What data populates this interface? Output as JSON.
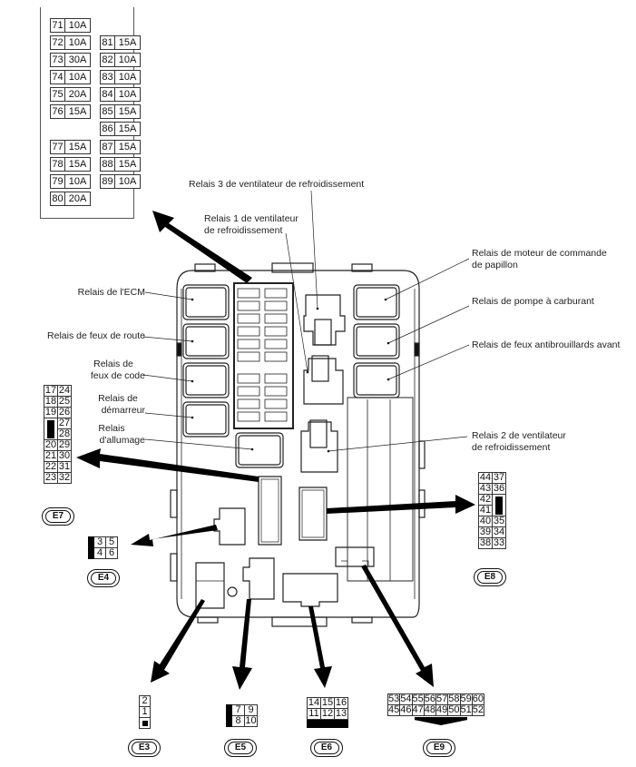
{
  "fuse_legend": {
    "left_column": [
      {
        "number": "71",
        "rating": "10A"
      },
      {
        "number": "72",
        "rating": "10A"
      },
      {
        "number": "73",
        "rating": "30A"
      },
      {
        "number": "74",
        "rating": "10A"
      },
      {
        "number": "75",
        "rating": "20A"
      },
      {
        "number": "76",
        "rating": "15A"
      },
      {
        "number": "77",
        "rating": "15A"
      },
      {
        "number": "78",
        "rating": "15A"
      },
      {
        "number": "79",
        "rating": "10A"
      },
      {
        "number": "80",
        "rating": "20A"
      }
    ],
    "right_column": [
      {
        "number": "81",
        "rating": "15A"
      },
      {
        "number": "82",
        "rating": "10A"
      },
      {
        "number": "83",
        "rating": "10A"
      },
      {
        "number": "84",
        "rating": "10A"
      },
      {
        "number": "85",
        "rating": "15A"
      },
      {
        "number": "86",
        "rating": "15A"
      },
      {
        "number": "87",
        "rating": "15A"
      },
      {
        "number": "88",
        "rating": "15A"
      },
      {
        "number": "89",
        "rating": "10A"
      }
    ]
  },
  "labels": {
    "relay_fan3": "Relais 3 de ventilateur de refroidissement",
    "relay_fan1_line1": "Relais 1 de ventilateur",
    "relay_fan1_line2": "de refroidissement",
    "relay_throttle_line1": "Relais de moteur de commande",
    "relay_throttle_line2": "de papillon",
    "relay_fuel_pump": "Relais de pompe à carburant",
    "relay_fog": "Relais de feux antibrouillards avant",
    "relay_fan2_line1": "Relais 2 de ventilateur",
    "relay_fan2_line2": "de refroidissement",
    "relay_ecm": "Relais de l'ECM",
    "relay_high_beam": "Relais de feux de route",
    "relay_low_beam_line1": "Relais de",
    "relay_low_beam_line2": "feux de code",
    "relay_starter_line1": "Relais de",
    "relay_starter_line2": "démarreur",
    "relay_ignition_line1": "Relais",
    "relay_ignition_line2": "d'allumage"
  },
  "connectors": {
    "E3": {
      "badge": "E3",
      "pins": [
        "2",
        "1"
      ]
    },
    "E4": {
      "badge": "E4",
      "pins": [
        [
          "3",
          "5"
        ],
        [
          "4",
          "6"
        ]
      ]
    },
    "E5": {
      "badge": "E5",
      "pins": [
        [
          "7",
          "9"
        ],
        [
          "8",
          "10"
        ]
      ]
    },
    "E6": {
      "badge": "E6",
      "pins": [
        [
          "14",
          "15",
          "16"
        ],
        [
          "11",
          "12",
          "13"
        ]
      ]
    },
    "E7": {
      "badge": "E7",
      "pins": [
        [
          "17",
          "24"
        ],
        [
          "18",
          "25"
        ],
        [
          "19",
          "26"
        ],
        [
          "",
          "27"
        ],
        [
          "",
          "28"
        ],
        [
          "20",
          "29"
        ],
        [
          "21",
          "30"
        ],
        [
          "22",
          "31"
        ],
        [
          "23",
          "32"
        ]
      ]
    },
    "E8": {
      "badge": "E8",
      "pins": [
        [
          "44",
          "37"
        ],
        [
          "43",
          "36"
        ],
        [
          "42",
          ""
        ],
        [
          "41",
          ""
        ],
        [
          "40",
          "35"
        ],
        [
          "39",
          "34"
        ],
        [
          "38",
          "33"
        ]
      ]
    },
    "E9": {
      "badge": "E9",
      "pins": [
        [
          "53",
          "54",
          "55",
          "56",
          "57",
          "58",
          "59",
          "60"
        ],
        [
          "45",
          "46",
          "47",
          "48",
          "49",
          "50",
          "51",
          "52"
        ]
      ]
    }
  }
}
